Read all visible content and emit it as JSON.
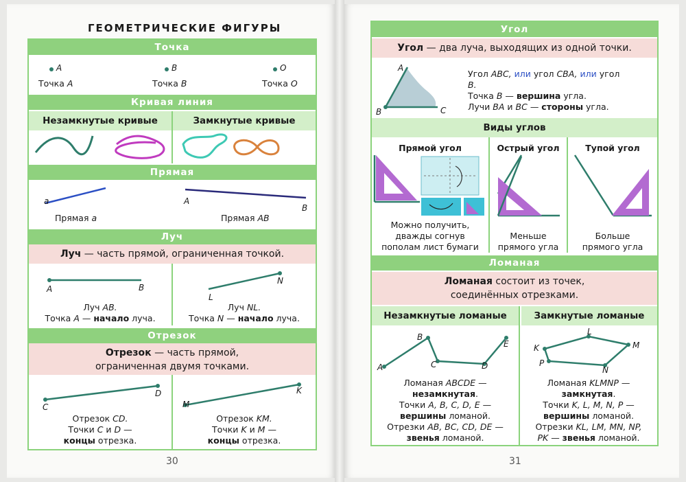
{
  "left": {
    "title": "ГЕОМЕТРИЧЕСКИЕ ФИГУРЫ",
    "page_number": "30",
    "tochka": {
      "header": "Точка",
      "points": [
        {
          "label": "A",
          "caption_word": "Точка",
          "caption_letter": "A"
        },
        {
          "label": "B",
          "caption_word": "Точка",
          "caption_letter": "B"
        },
        {
          "label": "O",
          "caption_word": "Точка",
          "caption_letter": "O"
        }
      ]
    },
    "krivaya": {
      "header": "Кривая линия",
      "open_title": "Незамкнутые кривые",
      "closed_title": "Замкнутые кривые"
    },
    "pryamaya": {
      "header": "Прямая",
      "line1_label": "a",
      "line1_caption_word": "Прямая",
      "line1_caption_letter": "a",
      "line2_label_a": "A",
      "line2_label_b": "B",
      "line2_caption_word": "Прямая",
      "line2_caption_letter": "AB"
    },
    "luch": {
      "header": "Луч",
      "def_term": "Луч",
      "def_text": " — часть прямой, ограниченная точкой.",
      "ray1": {
        "label_start": "A",
        "label_end": "B",
        "cap1_word": "Луч",
        "cap1_name": "AB.",
        "cap2_pre": "Точка",
        "cap2_letter": "A",
        "cap2_dash": " — ",
        "cap2_bold": "начало",
        "cap2_post": " луча."
      },
      "ray2": {
        "label_start": "L",
        "label_end": "N",
        "cap1_word": "Луч",
        "cap1_name": "NL.",
        "cap2_pre": "Точка",
        "cap2_letter": "N",
        "cap2_dash": " — ",
        "cap2_bold": "начало",
        "cap2_post": " луча."
      }
    },
    "otrezok": {
      "header": "Отрезок",
      "def_term": "Отрезок",
      "def_line1": " — часть прямой,",
      "def_line2": "ограниченная двумя точками.",
      "seg1": {
        "label_start": "C",
        "label_end": "D",
        "cap1_word": "Отрезок",
        "cap1_name": "CD.",
        "cap2_pre": "Точки",
        "cap2_l1": "C",
        "cap2_and": "и",
        "cap2_l2": "D",
        "cap2_dash": " —",
        "cap3_bold": "концы",
        "cap3_post": " отрезка."
      },
      "seg2": {
        "label_start": "M",
        "label_end": "K",
        "cap1_word": "Отрезок",
        "cap1_name": "KM.",
        "cap2_pre": "Точки",
        "cap2_l1": "K",
        "cap2_and": "и",
        "cap2_l2": "M",
        "cap2_dash": " —",
        "cap3_bold": "концы",
        "cap3_post": " отрезка."
      }
    }
  },
  "right": {
    "page_number": "31",
    "ugol": {
      "header": "Угол",
      "def_term": "Угол",
      "def_text": " — два луча, выходящих из одной точки.",
      "labels": {
        "a": "A",
        "b": "B",
        "c": "C"
      },
      "line1_pre": "Угол",
      "line1_n1": "ABC,",
      "line1_or": "или",
      "line1_mid": "угол",
      "line1_n2": "CBA,",
      "line1_or2": "или",
      "line1_post": "угол",
      "line2": "B.",
      "line3_pre": "Точка",
      "line3_letter": "B",
      "line3_dash": " — ",
      "line3_bold": "вершина",
      "line3_post": " угла.",
      "line4_pre": "Лучи",
      "line4_r1": "BA",
      "line4_and": "и",
      "line4_r2": "BC",
      "line4_dash": " — ",
      "line4_bold": "стороны",
      "line4_post": " угла."
    },
    "vidy": {
      "title": "Виды углов",
      "right_title": "Прямой угол",
      "right_caption": [
        "Можно получить,",
        "дважды согнув",
        "пополам лист бумаги"
      ],
      "acute_title": "Острый угол",
      "acute_caption": [
        "Меньше",
        "прямого угла"
      ],
      "obtuse_title": "Тупой угол",
      "obtuse_caption": [
        "Больше",
        "прямого угла"
      ]
    },
    "lomanaya": {
      "header": "Ломаная",
      "def_term": "Ломаная",
      "def_line1": " состоит из точек,",
      "def_line2": "соединённых отрезками.",
      "open_title": "Незамкнутые ломаные",
      "closed_title": "Замкнутые ломаные",
      "open": {
        "labels": [
          "A",
          "B",
          "C",
          "D",
          "E"
        ],
        "l1_pre": "Ломаная",
        "l1_name": "ABCDE",
        "l1_dash": " —",
        "l2_bold": "незамкнутая",
        "l3_pre": "Точки",
        "l3_pts": "A, B, C, D, E",
        "l3_dash": " —",
        "l4_bold": "вершины",
        "l4_post": " ломаной.",
        "l5_pre": "Отрезки",
        "l5_segs": "AB, BC, CD, DE",
        "l5_dash": " —",
        "l6_bold": "звенья",
        "l6_post": " ломаной."
      },
      "closed": {
        "labels": [
          "K",
          "L",
          "M",
          "N",
          "P"
        ],
        "l1_pre": "Ломаная",
        "l1_name": "KLMNP",
        "l1_dash": " —",
        "l2_bold": "замкнутая",
        "l3_pre": "Точки",
        "l3_pts": "K, L, M, N, P",
        "l3_dash": " —",
        "l4_bold": "вершины",
        "l4_post": " ломаной.",
        "l5_pre": "Отрезки",
        "l5_segs": "KL, LM, MN, NP,",
        "l6_segs": "PK",
        "l6_dash": " — ",
        "l6_bold": "звенья",
        "l6_post": " ломаной."
      }
    }
  },
  "colors": {
    "green": "#8fd17e",
    "light_green": "#d3efc9",
    "pink": "#f6dcd9",
    "line": "#2e7d6b",
    "blue": "#2b4fc4",
    "violet": "#b36ad1"
  }
}
